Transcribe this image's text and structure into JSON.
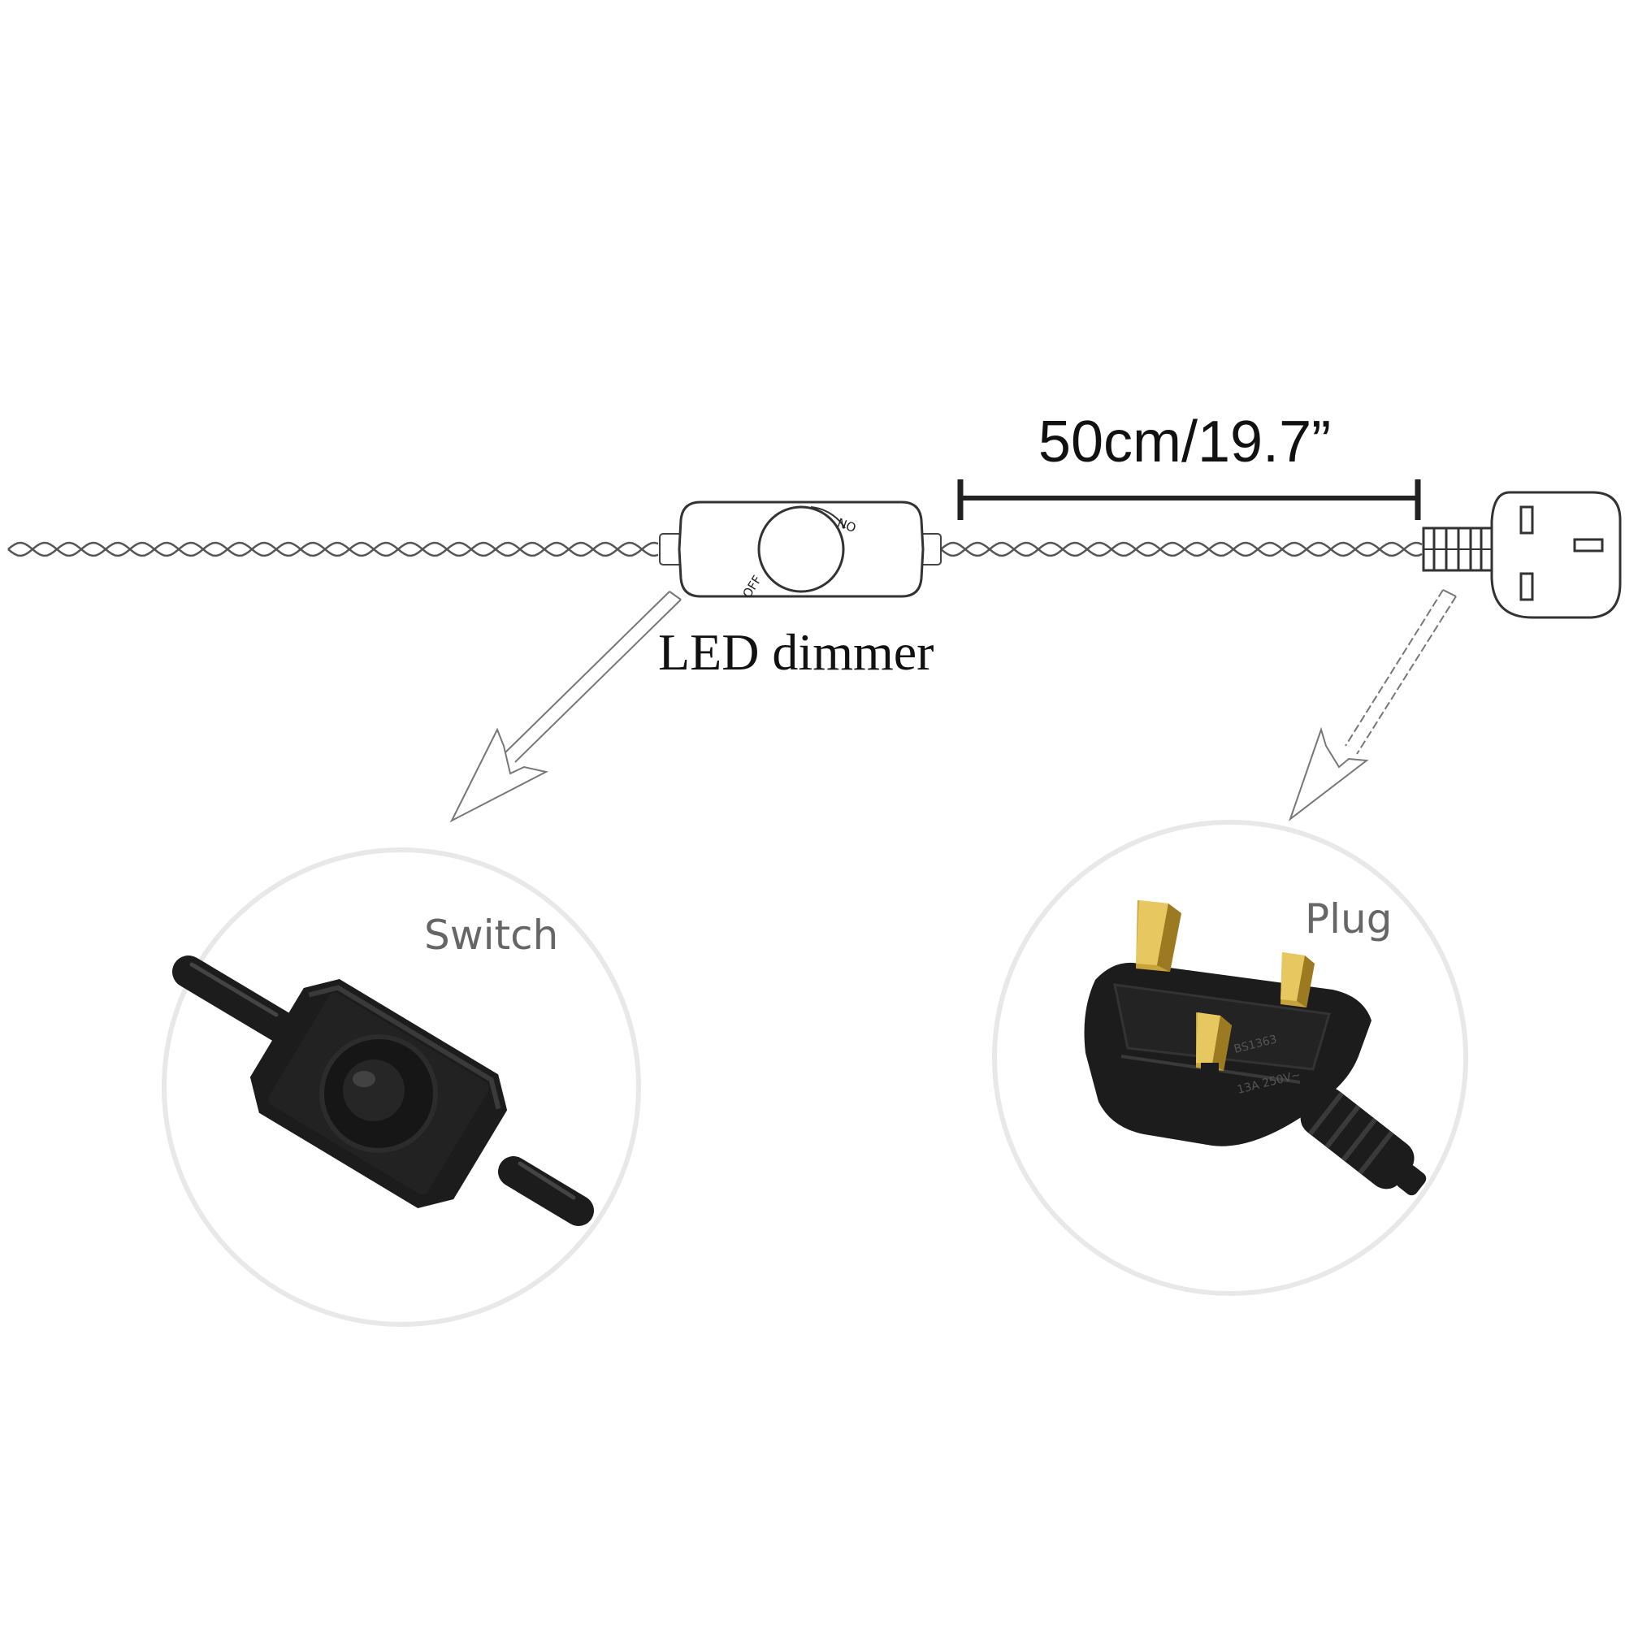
{
  "measurement": {
    "label": "50cm/19.7”"
  },
  "dimmer": {
    "label": "LED dimmer",
    "knob_on": "ON",
    "knob_off": "OFF"
  },
  "detail_switch": {
    "label": "Switch"
  },
  "detail_plug": {
    "label": "Plug",
    "markings": [
      "BS1363",
      "13A 250V~"
    ]
  },
  "colors": {
    "line": "#333333",
    "arrow": "#777777",
    "circle_outline": "#e8e8e8",
    "plastic_black": "#1c1c1c",
    "brass_pin": "#c8a23a",
    "brass_light": "#e6c760"
  }
}
